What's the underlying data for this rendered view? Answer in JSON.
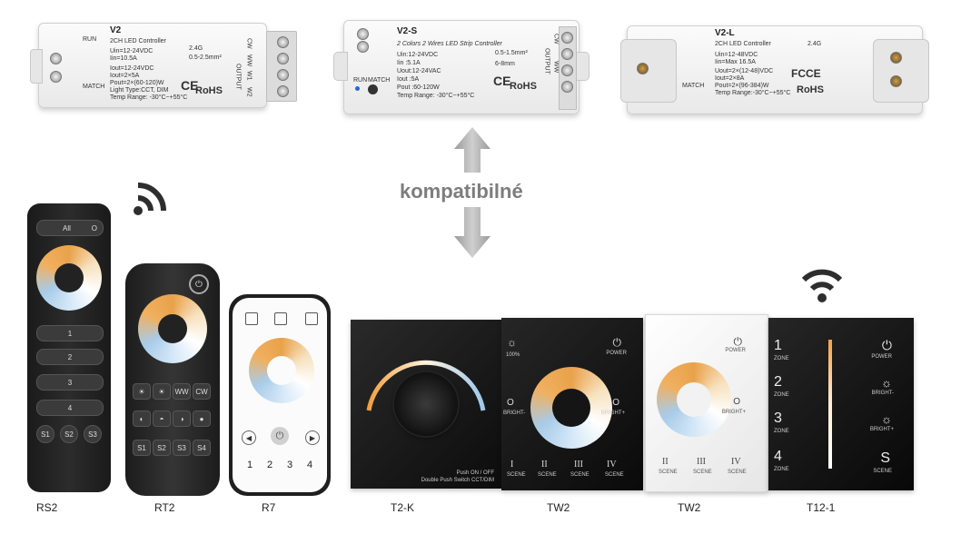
{
  "controllers": [
    {
      "model": "V2",
      "subtitle": "2CH LED Controller",
      "left_labels": [
        "RUN",
        "MATCH"
      ],
      "specs": [
        "Uin=12-24VDC",
        "Iin=10.5A",
        "",
        "Iout=12-24VDC",
        "Iout=2×5A",
        "Pout=2×(60-120)W",
        "Light Type:CCT, DIM",
        "Temp Range: -30°C~+55°C"
      ],
      "freq": "2.4G",
      "wire": "0.5-2.5mm²",
      "output_labels": [
        "OUTPUT",
        "CW",
        "WW",
        "W1",
        "W2"
      ],
      "cert": "RoHS"
    },
    {
      "model": "V2-S",
      "subtitle": "2 Colors 2 Wires LED Strip Controller",
      "left_labels": [
        "RUN",
        "MATCH"
      ],
      "specs": [
        "Uin:12-24VDC",
        "Iin :5.1A",
        "Uout:12-24VAC",
        "Iout :5A",
        "Pout :60-120W",
        "Temp Range: -30°C~+55°C"
      ],
      "wire": "0.5-1.5mm²",
      "strip": "6-8mm",
      "output_labels": [
        "OUTPUT",
        "CW",
        "WW"
      ],
      "cert": "RoHS"
    },
    {
      "model": "V2-L",
      "subtitle": "2CH LED Controller",
      "left_labels": [
        "MATCH"
      ],
      "specs": [
        "Uin=12-48VDC",
        "Iin=Max 16.5A",
        "",
        "Uout=2×(12-48)VDC",
        "Iout=2×8A",
        "Pout=2×(96-384)W",
        "Temp Range:-30°C~+55°C"
      ],
      "freq": "2.4G",
      "cert": "RoHS",
      "cert2": "FC"
    }
  ],
  "compat_label": "kompatibilné",
  "remotes": {
    "rs2": {
      "caption": "RS2",
      "top_button": "All",
      "zones": [
        "1",
        "2",
        "3",
        "4"
      ],
      "scenes": [
        "S1",
        "S2",
        "S3"
      ]
    },
    "rt2": {
      "caption": "RT2",
      "row1": [
        "☀",
        "☀",
        "WW",
        "CW"
      ],
      "scenes": [
        "S1",
        "S2",
        "S3",
        "S4"
      ]
    },
    "r7": {
      "caption": "R7",
      "numbers": [
        "1",
        "2",
        "3",
        "4"
      ]
    }
  },
  "panels": {
    "t2k": {
      "caption": "T2-K",
      "footer1": "Push ON / OFF",
      "footer2": "Double Push Switch CCT/DIM"
    },
    "tw2_black": {
      "caption": "TW2",
      "left_top": "100%",
      "power": "POWER",
      "bright_minus": "BRIGHT-",
      "bright_plus": "BRIGHT+",
      "scenes": [
        "I",
        "II",
        "III",
        "IV"
      ],
      "scene_label": "SCENE"
    },
    "tw2_white": {
      "caption": "TW2",
      "power": "POWER",
      "bright_plus": "BRIGHT+",
      "scenes": [
        "II",
        "III",
        "IV"
      ],
      "scene_label": "SCENE"
    },
    "t12": {
      "caption": "T12-1",
      "zones": [
        "1",
        "2",
        "3",
        "4"
      ],
      "zone_label": "ZONE",
      "right_labels": [
        "POWER",
        "BRIGHT-",
        "BRIGHT+",
        "SCENE"
      ],
      "scene_letter": "S"
    }
  }
}
